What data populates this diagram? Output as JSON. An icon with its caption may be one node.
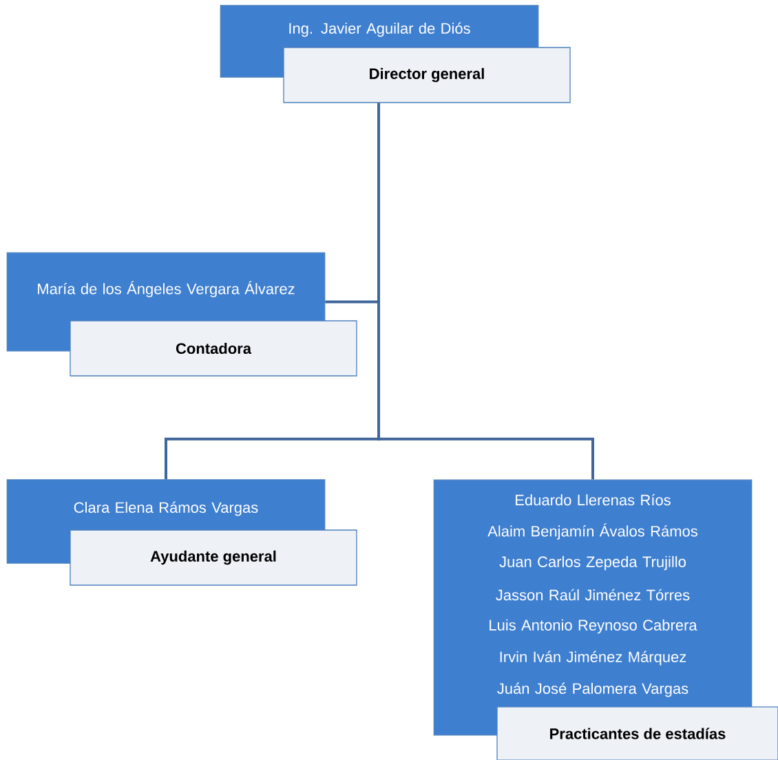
{
  "diagram": {
    "nodes": [
      {
        "text": [
          "Ing. Javier Aguilar de Diós",
          "Director general"
        ]
      },
      {
        "text": [
          "María de los Ángeles Vergara Álvarez",
          "Contadora"
        ]
      },
      {
        "text": [
          "Clara Elena Rámos Vargas",
          "Ayudante general"
        ]
      },
      {
        "text": [
          "Eduardo Llerenas Ríos",
          "Alaim Benjamín Ávalos Rámos",
          "Juan Carlos Zepeda Trujillo",
          "Jasson Raúl Jiménez Tórres",
          "Luis Antonio Reynoso Cabrera",
          "Irvin Iván Jiménez Márquez",
          "Juán José Palomera Vargas",
          "Practicantes de estadías"
        ]
      }
    ],
    "edges": [
      {
        "from": 0,
        "to": 1,
        "arrow": "none"
      },
      {
        "from": 0,
        "to": 2,
        "arrow": "none"
      },
      {
        "from": 0,
        "to": 3,
        "arrow": "none"
      }
    ]
  }
}
